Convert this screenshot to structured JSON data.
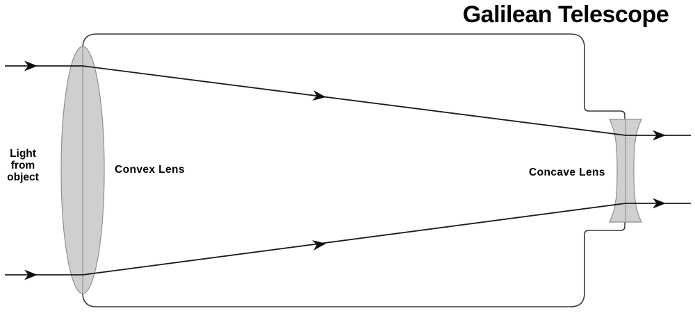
{
  "title": "Galilean Telescope",
  "labels": {
    "light_source": "Light\nfrom\nobject",
    "convex_lens": "Convex Lens",
    "concave_lens": "Concave Lens"
  },
  "diagram": {
    "type": "optics-ray-diagram",
    "components": [
      {
        "name": "telescope-tube",
        "shape": "rounded rectangle with stepped eyepiece mount on right"
      },
      {
        "name": "convex-objective-lens",
        "shape": "tall gray ellipse at left wall of tube"
      },
      {
        "name": "concave-eyepiece-lens",
        "shape": "small gray biconcave lens at right eyepiece mount"
      }
    ],
    "rays": [
      {
        "name": "upper-ray",
        "path": "enters horizontally from left, refracts downward at convex lens, exits horizontally right of concave lens",
        "arrow_count": 3
      },
      {
        "name": "lower-ray",
        "path": "enters horizontally from left, refracts upward at convex lens, exits horizontally right of concave lens",
        "arrow_count": 3
      }
    ]
  },
  "colors": {
    "background": "#ffffff",
    "outline": "#3a3a3a",
    "ray": "#1c1c1c",
    "arrow": "#0e0e0e",
    "lens_fill": "#cfcfcf",
    "lens_stroke": "#8f8f8f",
    "lens_axis": "#9a9a9a",
    "text": "#000000"
  }
}
